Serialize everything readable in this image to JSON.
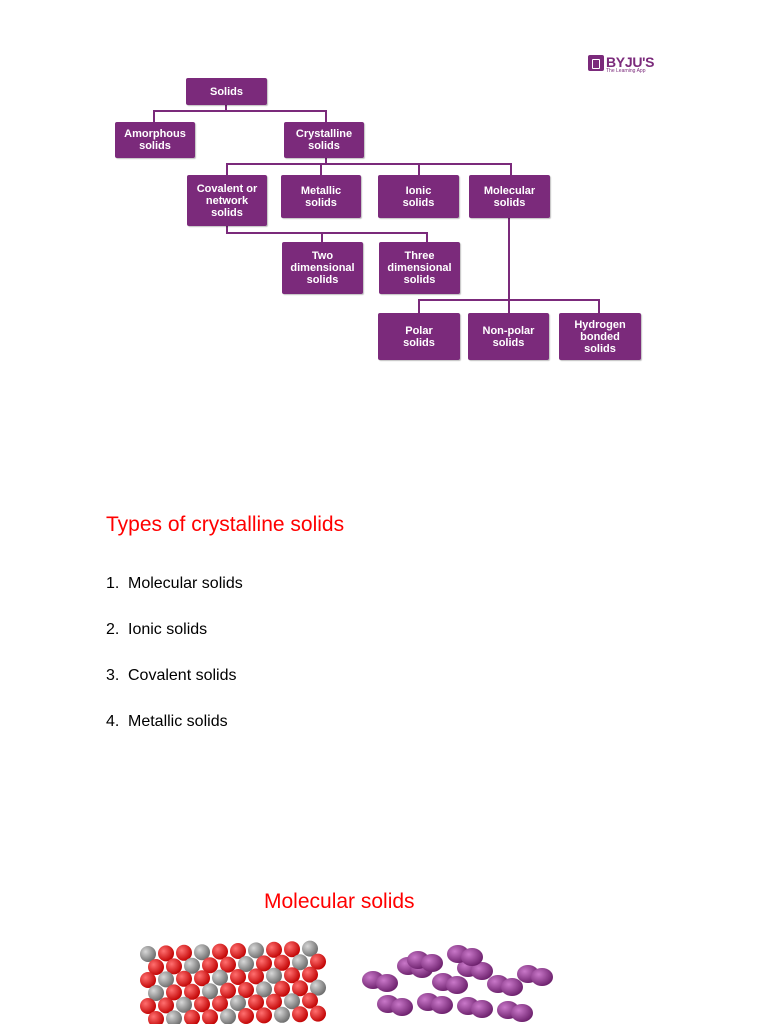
{
  "logo": {
    "text": "BYJU'S",
    "tagline": "The Learning App"
  },
  "diagram": {
    "solids": "Solids",
    "amorphous": "Amorphous\nsolids",
    "crystalline": "Crystalline\nsolids",
    "covalent": "Covalent or\nnetwork\nsolids",
    "metallic": "Metallic\nsolids",
    "ionic": "Ionic\nsolids",
    "molecular": "Molecular\nsolids",
    "two_dim": "Two\ndimensional\nsolids",
    "three_dim": "Three\ndimensional\nsolids",
    "polar": "Polar\nsolids",
    "nonpolar": "Non-polar\nsolids",
    "hydrogen": "Hydrogen\nbonded\nsolids"
  },
  "colors": {
    "node": "#7b2a7b",
    "heading": "#ff0000"
  },
  "section_title": "Types of crystalline solids",
  "list": [
    {
      "num": "1.",
      "text": "Molecular solids"
    },
    {
      "num": "2.",
      "text": "Ionic solids"
    },
    {
      "num": "3.",
      "text": "Covalent solids"
    },
    {
      "num": "4.",
      "text": "Metallic solids"
    }
  ],
  "molecular_heading": "Molecular solids"
}
